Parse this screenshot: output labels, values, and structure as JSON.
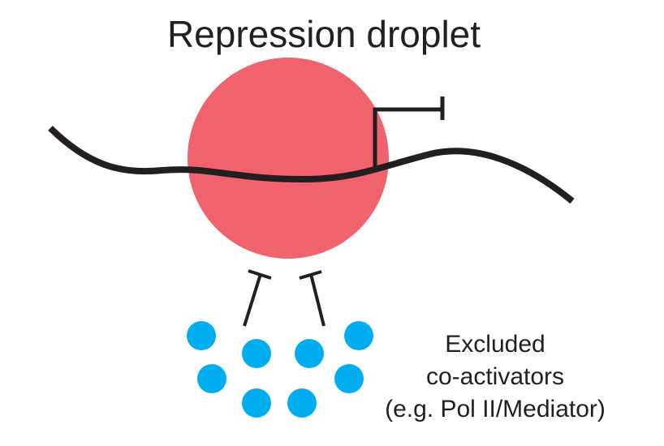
{
  "title": "Repression droplet",
  "label_lines": [
    "Excluded",
    "co-activators",
    "(e.g. Pol II/Mediator)"
  ],
  "colors": {
    "droplet": "#f0636d",
    "coactivator": "#00aeef",
    "dna": "#231f20",
    "text": "#231f20"
  }
}
